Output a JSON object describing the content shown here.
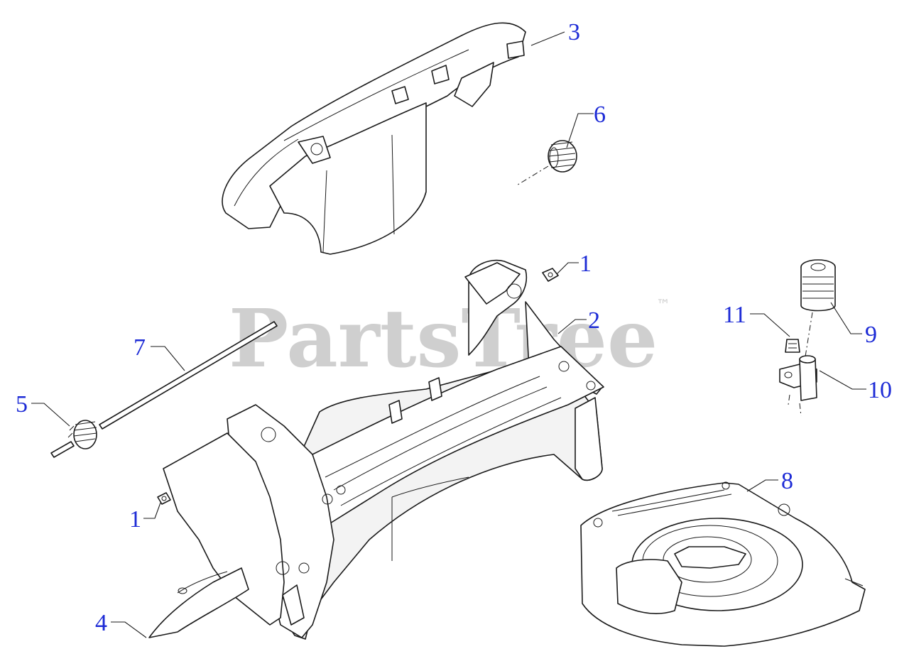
{
  "watermark": {
    "text": "PartsTree",
    "trademark": "™"
  },
  "callouts": [
    "1",
    "2",
    "3",
    "4",
    "5",
    "6",
    "7",
    "8",
    "9",
    "10",
    "11"
  ],
  "colors": {
    "callout": "#1d2bd6",
    "line": "#1a1a1a",
    "watermark": "#cfcfcf"
  }
}
